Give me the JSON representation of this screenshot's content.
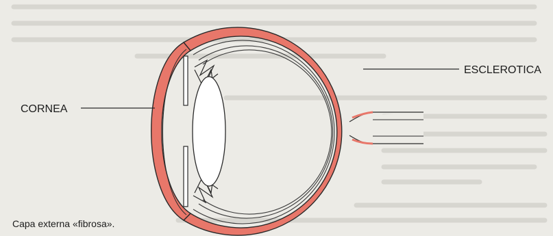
{
  "labels": {
    "sclera": "ESCLEROTICA",
    "cornea": "CORNEA"
  },
  "caption": "Capa externa «fibrosa».",
  "colors": {
    "outer_coat": "#e8776a",
    "outline": "#2a2a2a",
    "paper": "#ecebe6",
    "faded_text": "#c9c8c2"
  }
}
